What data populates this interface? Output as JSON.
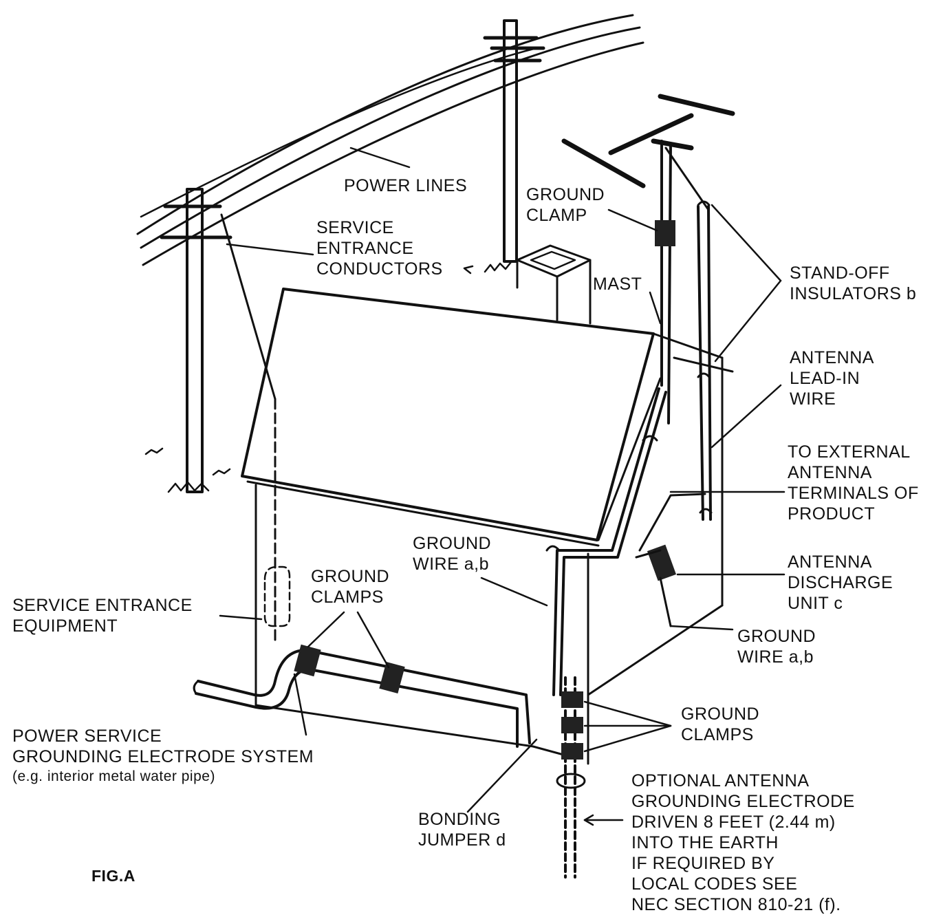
{
  "diagram": {
    "figure_label": "FIG.A",
    "labels": {
      "power_lines": [
        "POWER LINES"
      ],
      "ground_clamp_top": [
        "GROUND",
        "CLAMP"
      ],
      "service_entrance_conductors": [
        "SERVICE",
        "ENTRANCE",
        "CONDUCTORS"
      ],
      "mast": [
        "MAST"
      ],
      "stand_off_insulators": [
        "STAND-OFF",
        "INSULATORS b"
      ],
      "antenna_lead_in_wire": [
        "ANTENNA",
        "LEAD-IN",
        "WIRE"
      ],
      "to_external_antenna": [
        "TO EXTERNAL",
        "ANTENNA",
        "TERMINALS OF",
        "PRODUCT"
      ],
      "ground_wire_middle": [
        "GROUND",
        "WIRE a,b"
      ],
      "antenna_discharge_unit": [
        "ANTENNA",
        "DISCHARGE",
        "UNIT c"
      ],
      "ground_clamps_left": [
        "GROUND",
        "CLAMPS"
      ],
      "service_entrance_equipment": [
        "SERVICE ENTRANCE",
        "EQUIPMENT"
      ],
      "ground_wire_right": [
        "GROUND",
        "WIRE a,b"
      ],
      "ground_clamps_right": [
        "GROUND",
        "CLAMPS"
      ],
      "power_service_grounding": [
        "POWER SERVICE",
        "GROUNDING ELECTRODE SYSTEM"
      ],
      "power_service_note": "(e.g. interior metal water pipe)",
      "bonding_jumper": [
        "BONDING",
        "JUMPER d"
      ],
      "optional_electrode": [
        "OPTIONAL ANTENNA",
        "GROUNDING ELECTRODE",
        "DRIVEN 8 FEET (2.44 m)",
        "INTO THE EARTH",
        "IF REQUIRED BY",
        "LOCAL CODES SEE",
        "NEC SECTION 810-21 (f)."
      ]
    }
  }
}
